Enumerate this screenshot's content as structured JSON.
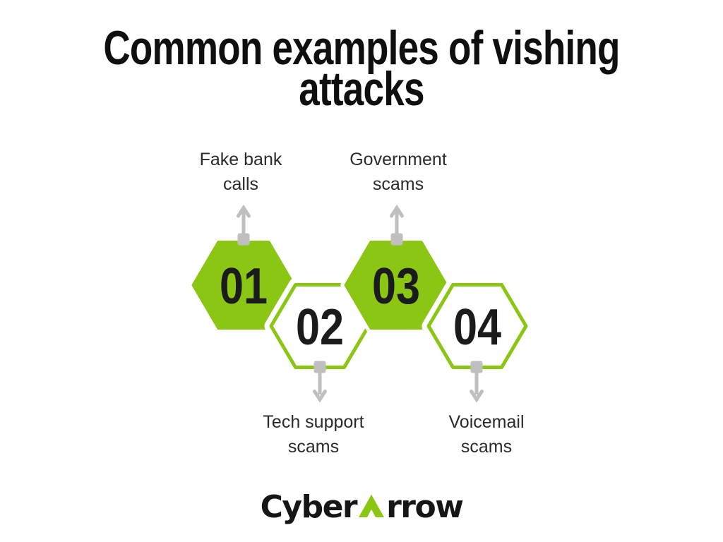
{
  "title": {
    "line1": "Common examples of vishing",
    "line2": "attacks"
  },
  "hexagons": [
    {
      "number": "01",
      "filled": true,
      "label_position": "above",
      "label_lines": [
        "Fake bank",
        "calls"
      ]
    },
    {
      "number": "02",
      "filled": false,
      "label_position": "below",
      "label_lines": [
        "Tech support",
        "scams"
      ]
    },
    {
      "number": "03",
      "filled": true,
      "label_position": "above",
      "label_lines": [
        "Government",
        "scams"
      ]
    },
    {
      "number": "04",
      "filled": false,
      "label_position": "below",
      "label_lines": [
        "Voicemail",
        "scams"
      ]
    }
  ],
  "logo": {
    "text_before_arrow": "Cyber",
    "text_after_arrow": "rrow"
  },
  "colors": {
    "accent_green": "#8CC614",
    "arrow_gray": "#BFBFBF",
    "title_black": "#0f0f0f",
    "label_text": "#2b2b2b",
    "background": "#ffffff"
  }
}
